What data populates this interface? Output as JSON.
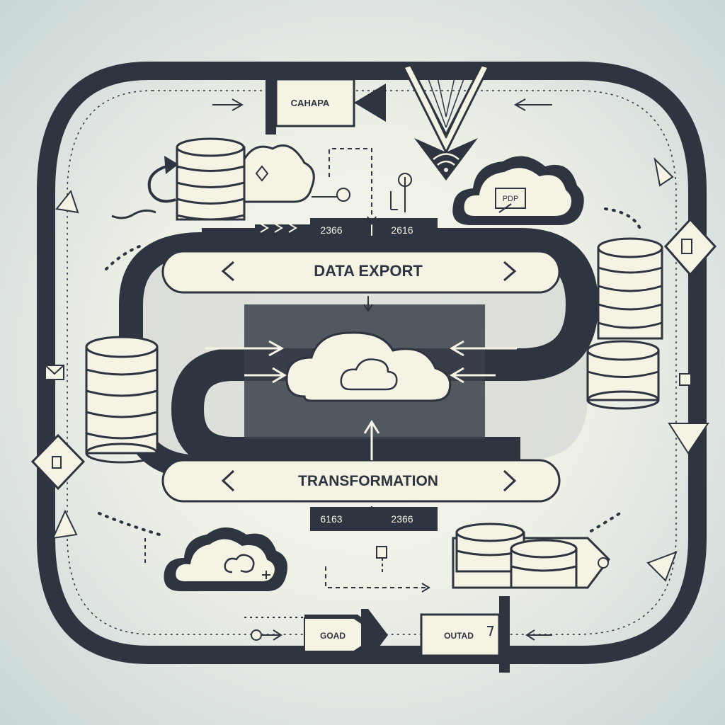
{
  "labels": {
    "top_tag": "CAHAPA",
    "top_band": "DATA EXPORT",
    "bottom_band": "TRANSFORMATION",
    "cloud_tag": "PDP",
    "load_tag": "GOAD",
    "output_tag": "OUTAD",
    "num_left_top": "2366",
    "num_right_top": "2616",
    "num_left_bottom": "6163",
    "num_right_bottom": "2366"
  },
  "colors": {
    "ink": "#2e3440",
    "paper": "#f5f3e4",
    "shadow": "#9aa1a6"
  }
}
